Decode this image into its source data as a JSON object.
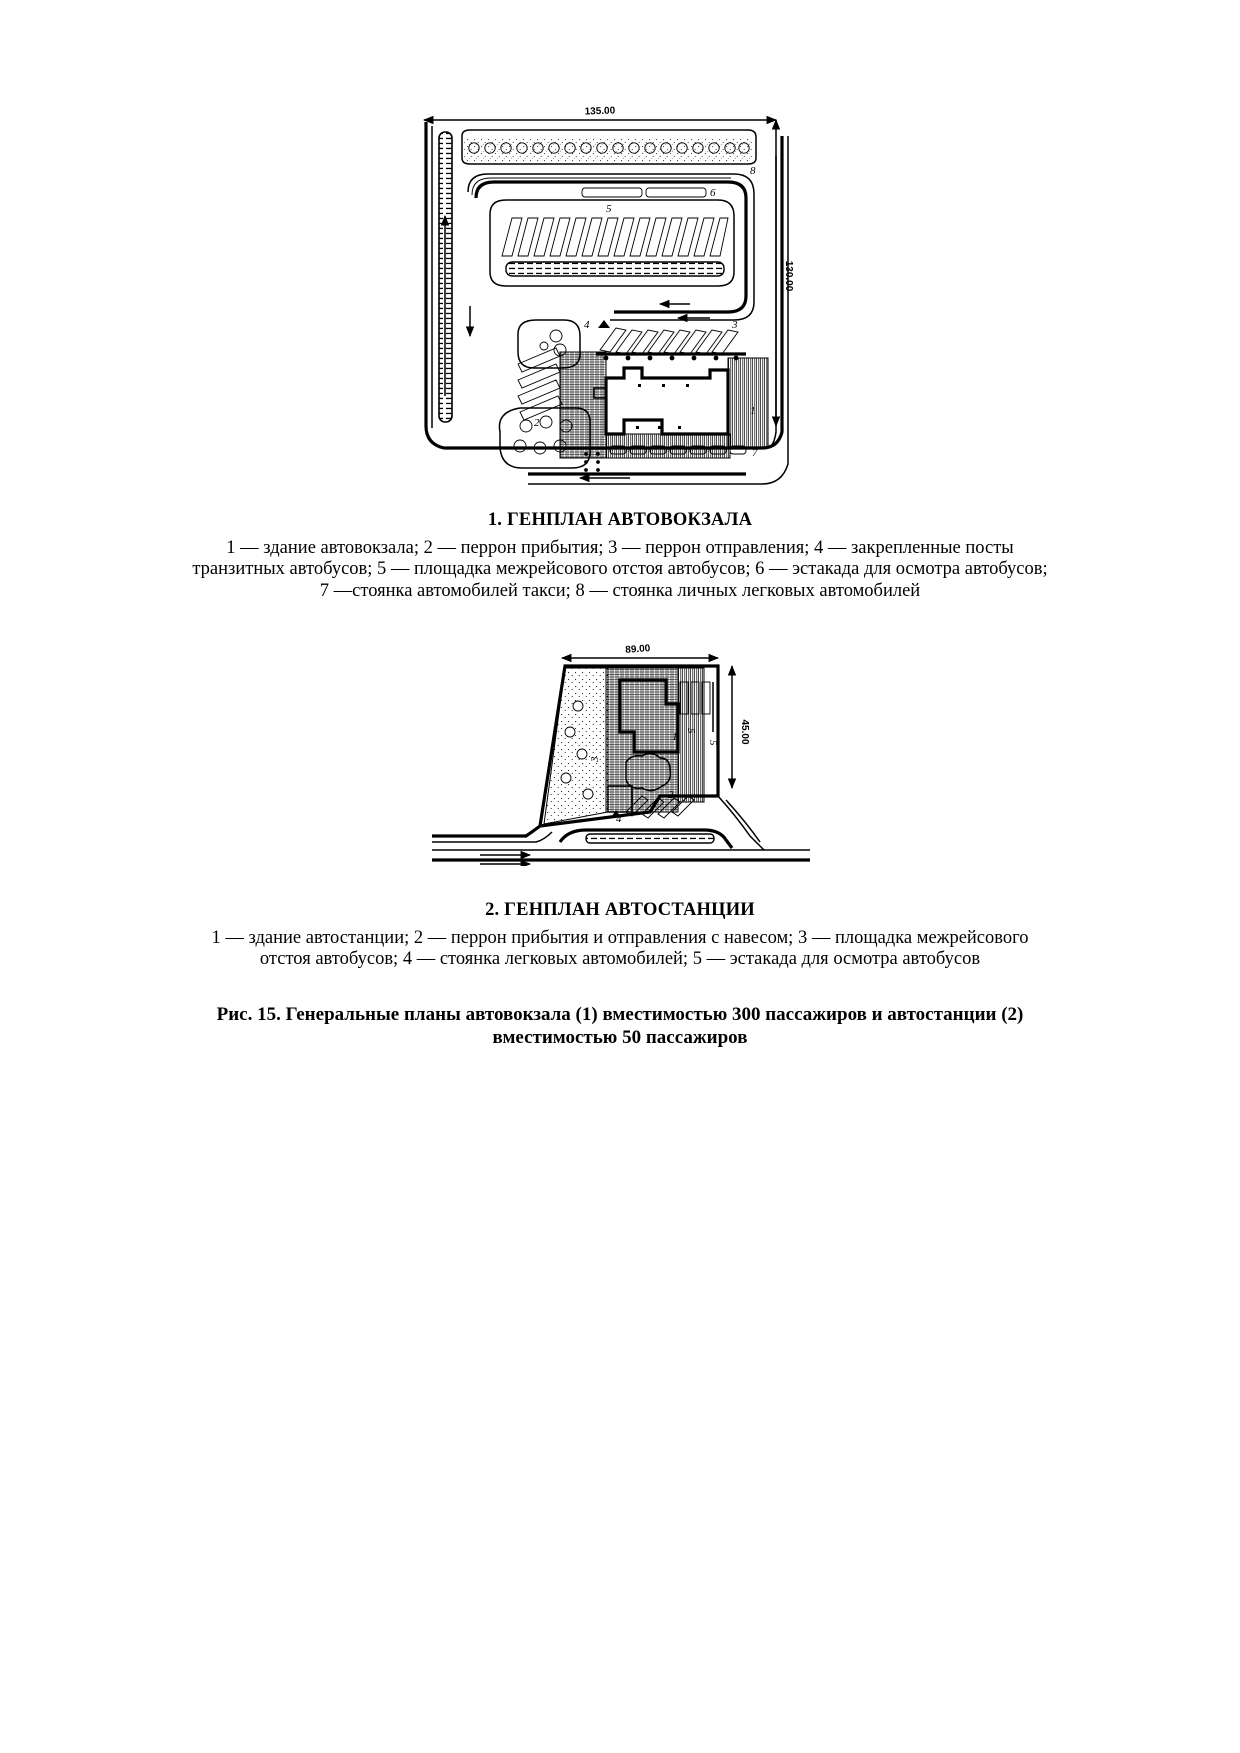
{
  "document": {
    "language": "ru",
    "page_background": "#ffffff",
    "ink_color": "#000000"
  },
  "figure_1": {
    "title": "1. ГЕНПЛАН АВТОВОКЗАЛА",
    "dimensions": {
      "width_label": "135.00",
      "height_label": "130.00"
    },
    "plan_labels": [
      "1",
      "2",
      "3",
      "4",
      "5",
      "6",
      "7",
      "8"
    ],
    "legend_line_1": "1 — здание автовокзала; 2 — перрон прибытия; 3 — перрон отправления; 4 — закрепленные посты",
    "legend_line_2": "транзитных автобусов; 5 — площадка межрейсового отстоя автобусов; 6 — эстакада для осмотра автобусов;",
    "legend_line_3": "7 —стоянка автомобилей такси; 8 — стоянка личных легковых автомобилей",
    "legend_items": [
      {
        "num": "1",
        "text": "здание автовокзала"
      },
      {
        "num": "2",
        "text": "перрон прибытия"
      },
      {
        "num": "3",
        "text": "перрон отправления"
      },
      {
        "num": "4",
        "text": "закрепленные посты транзитных автобусов"
      },
      {
        "num": "5",
        "text": "площадка межрейсового отстоя автобусов"
      },
      {
        "num": "6",
        "text": "эстакада для осмотра автобусов"
      },
      {
        "num": "7",
        "text": "стоянка автомобилей такси"
      },
      {
        "num": "8",
        "text": "стоянка личных легковых автомобилей"
      }
    ]
  },
  "figure_2": {
    "title": "2. ГЕНПЛАН АВТОСТАНЦИИ",
    "dimensions": {
      "width_label": "89.00",
      "height_label": "45.00"
    },
    "plan_labels": [
      "1",
      "2",
      "3",
      "4",
      "5"
    ],
    "legend_line_1": "1 — здание автостанции; 2 — перрон прибытия и отправления с навесом; 3 — площадка межрейсового",
    "legend_line_2": "отстоя автобусов; 4 — стоянка легковых автомобилей; 5 — эстакада для осмотра автобусов",
    "legend_items": [
      {
        "num": "1",
        "text": "здание автостанции"
      },
      {
        "num": "2",
        "text": "перрон прибытия и отправления с навесом"
      },
      {
        "num": "3",
        "text": "площадка межрейсового отстоя автобусов"
      },
      {
        "num": "4",
        "text": "стоянка легковых автомобилей"
      },
      {
        "num": "5",
        "text": "эстакада для осмотра автобусов"
      }
    ]
  },
  "figure_caption": {
    "line_1": "Рис. 15. Генеральные планы автовокзала (1) вместимостью 300 пассажиров и автостанции (2)",
    "line_2": "вместимостью 50 пассажиров"
  }
}
